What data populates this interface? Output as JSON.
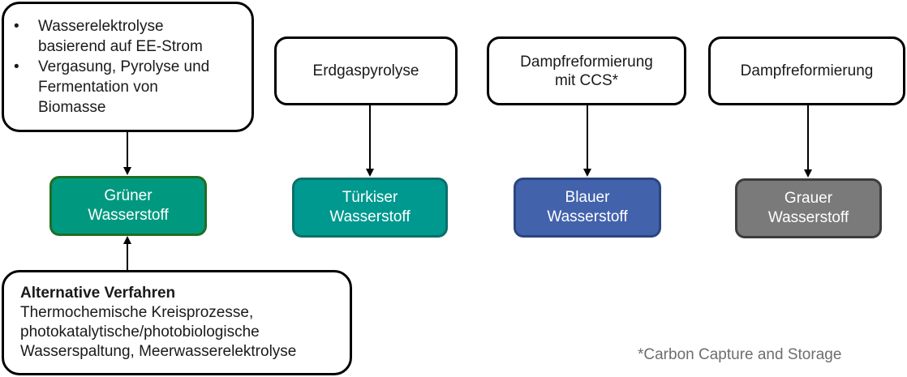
{
  "sources": {
    "green": {
      "bullets": [
        "Wasserelektrolyse basierend auf EE-Strom",
        "Vergasung, Pyrolyse und Fermentation von Biomasse"
      ],
      "bullet_lines": [
        [
          "Wasserelektrolyse",
          "basierend auf EE-Strom"
        ],
        [
          "Vergasung, Pyrolyse und",
          "Fermentation von",
          "Biomasse"
        ]
      ]
    },
    "turquoise": {
      "lines": [
        "Erdgaspyrolyse"
      ]
    },
    "blue": {
      "lines": [
        "Dampfreformierung",
        "mit CCS*"
      ]
    },
    "grey": {
      "lines": [
        "Dampfreformierung"
      ]
    }
  },
  "hydrogen_types": {
    "green": {
      "lines": [
        "Grüner",
        "Wasserstoff"
      ],
      "fill": "#009980",
      "border": "#1f6e23"
    },
    "turquoise": {
      "lines": [
        "Türkiser",
        "Wasserstoff"
      ],
      "fill": "#00998f",
      "border": "#0b6f6a"
    },
    "blue": {
      "lines": [
        "Blauer",
        "Wasserstoff"
      ],
      "fill": "#4262ab",
      "border": "#2c4580"
    },
    "grey": {
      "lines": [
        "Grauer",
        "Wasserstoff"
      ],
      "fill": "#7a7a7a",
      "border": "#3c3c3c"
    }
  },
  "alternative": {
    "title": "Alternative Verfahren",
    "lines": [
      "Thermochemische Kreisprozesse,",
      "photokatalytische/photobiologische",
      "Wasserspaltung, Meerwasserelektrolyse"
    ]
  },
  "footnote": "*Carbon Capture and Storage"
}
